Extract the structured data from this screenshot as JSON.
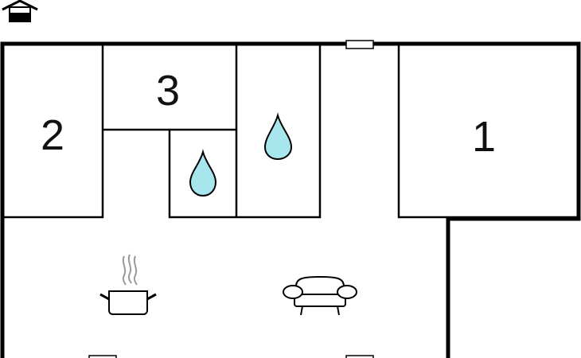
{
  "floor_plan": {
    "rooms": [
      {
        "id": "room-1",
        "label": "1"
      },
      {
        "id": "room-2",
        "label": "2"
      },
      {
        "id": "room-3",
        "label": "3"
      }
    ],
    "icons": [
      {
        "name": "house-icon"
      },
      {
        "name": "water-drop-icon"
      },
      {
        "name": "water-drop-icon"
      },
      {
        "name": "cooking-pot-icon"
      },
      {
        "name": "sofa-icon"
      },
      {
        "name": "window-icon"
      }
    ],
    "colors": {
      "wall": "#000000",
      "water": "#a8e6ee",
      "steam": "#9a9a9a"
    }
  }
}
